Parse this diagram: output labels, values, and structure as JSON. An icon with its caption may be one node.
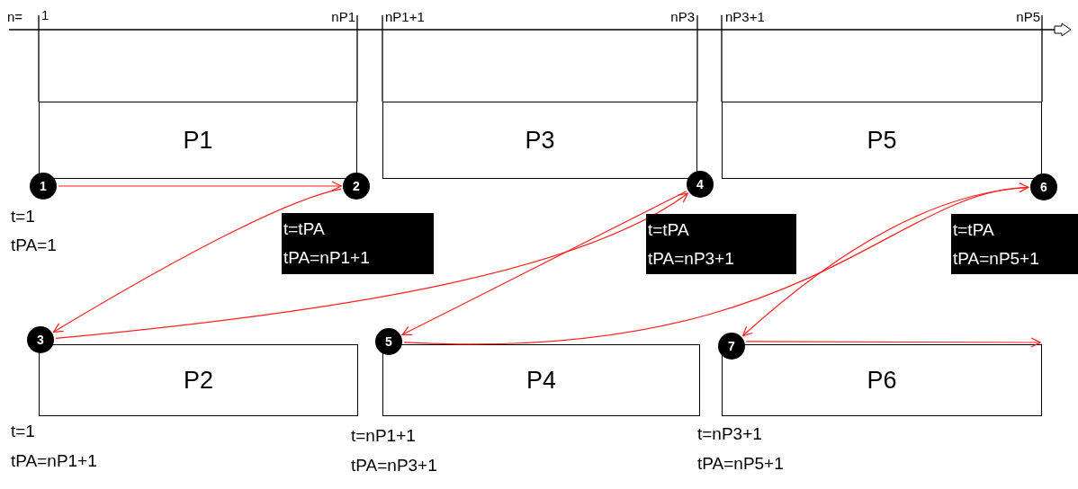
{
  "diagram": {
    "nodes": [
      {
        "text": [
          "P1"
        ]
      },
      {
        "text": [
          "P3"
        ]
      },
      {
        "text": [
          "P5"
        ]
      },
      {
        "text": [
          "1"
        ],
        "beside": [
          "t=1",
          "tPA=1"
        ]
      },
      {
        "text": [
          "2"
        ]
      },
      {
        "text": [
          "4"
        ]
      },
      {
        "text": [
          "6"
        ]
      },
      {
        "text": [
          "t=tPA",
          "tPA=nP1+1"
        ]
      },
      {
        "text": [
          "t=tPA",
          "tPA=nP3+1"
        ]
      },
      {
        "text": [
          "t=tPA",
          "tPA=nP5+1"
        ]
      },
      {
        "text": [
          "3"
        ]
      },
      {
        "text": [
          "5"
        ]
      },
      {
        "text": [
          "7"
        ]
      },
      {
        "text": [
          "P2"
        ],
        "beside": [
          "t=1",
          "tPA=nP1+1"
        ]
      },
      {
        "text": [
          "P4"
        ],
        "beside": [
          "t=nP1+1",
          "tPA=nP3+1"
        ]
      },
      {
        "text": [
          "P6"
        ],
        "beside": [
          "t=nP3+1",
          "tPA=nP5+1"
        ]
      }
    ],
    "edges": [
      {
        "from": 3,
        "to": 4,
        "arrow": "to"
      },
      {
        "from": 4,
        "to": 10,
        "arrow": "to"
      },
      {
        "from": 10,
        "to": 5,
        "arrow": "to"
      },
      {
        "from": 5,
        "to": 11,
        "arrow": "to"
      },
      {
        "from": 11,
        "to": 6,
        "arrow": "to"
      },
      {
        "from": 6,
        "to": 12,
        "arrow": "to"
      },
      {
        "from": 12,
        "to": 15,
        "arrow": "to"
      }
    ],
    "labels": [
      "n=",
      "1",
      "nP1",
      "nP1+1",
      "nP3",
      "nP3+1",
      "nP5"
    ]
  }
}
